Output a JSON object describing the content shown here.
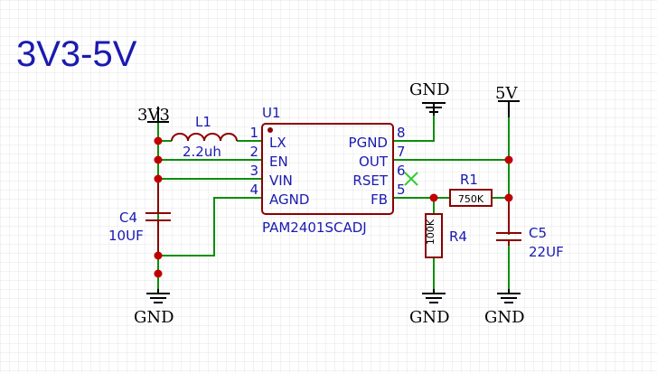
{
  "title": "3V3-5V",
  "colors": {
    "wire": "#0b8f0b",
    "component": "#8b0000",
    "label": "#1a1ab0",
    "junction": "#c00000",
    "grid": "#e4e4e4",
    "no_connect": "#32cd32"
  },
  "power": {
    "vin_label": "3V3",
    "vout_label": "5V",
    "ground_label": "GND"
  },
  "inductor": {
    "ref": "L1",
    "value": "2.2uh"
  },
  "ic": {
    "ref": "U1",
    "part": "PAM2401SCADJ",
    "pins_left": [
      {
        "num": "1",
        "name": "LX"
      },
      {
        "num": "2",
        "name": "EN"
      },
      {
        "num": "3",
        "name": "VIN"
      },
      {
        "num": "4",
        "name": "AGND"
      }
    ],
    "pins_right": [
      {
        "num": "8",
        "name": "PGND"
      },
      {
        "num": "7",
        "name": "OUT"
      },
      {
        "num": "6",
        "name": "RSET"
      },
      {
        "num": "5",
        "name": "FB"
      }
    ]
  },
  "capacitors": [
    {
      "ref": "C4",
      "value": "10UF"
    },
    {
      "ref": "C5",
      "value": "22UF"
    }
  ],
  "resistors": [
    {
      "ref": "R1",
      "value": "750K"
    },
    {
      "ref": "R4",
      "value": "100K"
    }
  ]
}
